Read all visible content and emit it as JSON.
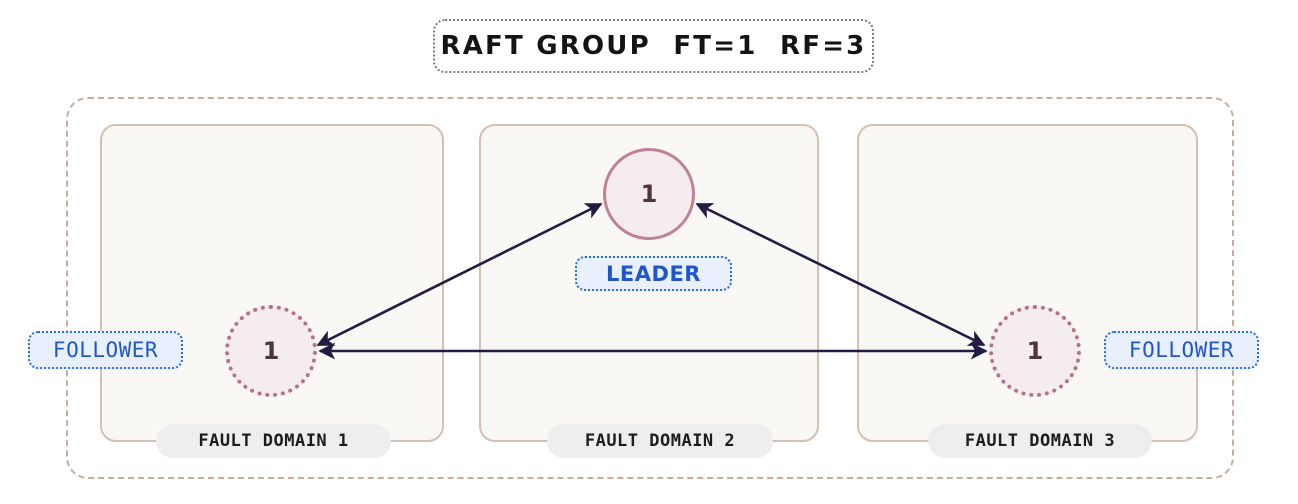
{
  "title": {
    "text": "RAFT GROUP  FT=1  RF=3"
  },
  "colors": {
    "page_background": "#ffffff",
    "container_border": "#c9ac9b",
    "domain_border": "#d6bfb2",
    "domain_fill": "#faf8f5",
    "node_fill": "#f5ecef",
    "leader_node_border": "#c08098",
    "follower_node_border": "#b5708c",
    "node_label": "#4a3540",
    "badge_fill": "#e8f0fd",
    "badge_border": "#2d6cdf",
    "badge_text": "#2156c9",
    "arrow": "#221b44",
    "domain_label_fill": "#eeeeee",
    "domain_label_text": "#1d1d1d",
    "title_text": "#141414",
    "title_border": "#7b7b7b"
  },
  "fault_domains": [
    {
      "label": "FAULT DOMAIN 1"
    },
    {
      "label": "FAULT DOMAIN 2"
    },
    {
      "label": "FAULT DOMAIN 3"
    }
  ],
  "nodes": [
    {
      "id": "leader",
      "label": "1",
      "role": "LEADER",
      "domain": "FAULT DOMAIN 2"
    },
    {
      "id": "follower1",
      "label": "1",
      "role": "FOLLOWER",
      "domain": "FAULT DOMAIN 1"
    },
    {
      "id": "follower2",
      "label": "1",
      "role": "FOLLOWER",
      "domain": "FAULT DOMAIN 3"
    }
  ],
  "connections": [
    {
      "from": "follower1",
      "to": "leader",
      "bidirectional": true
    },
    {
      "from": "leader",
      "to": "follower2",
      "bidirectional": true
    },
    {
      "from": "follower1",
      "to": "follower2",
      "bidirectional": true
    }
  ]
}
